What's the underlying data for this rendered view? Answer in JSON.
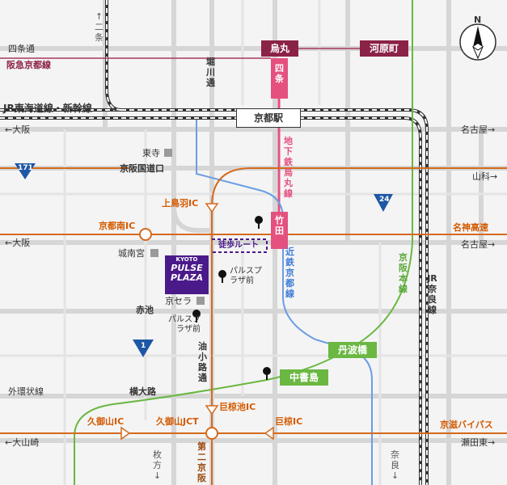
{
  "map": {
    "north_label": "N",
    "top_road_left": "四条通",
    "hankyu_line": "阪急京都線",
    "jr_line": "JR東海道線・新幹線",
    "arrow_nijo": "↑二条",
    "horikawa": "堀川通",
    "karasuma_box": "烏丸",
    "kawaramachi_box": "河原町",
    "shijo_box": "四条",
    "kyoto_station": "京都駅",
    "subway_line": "地下鉄烏丸線",
    "takeda_box": "竹田",
    "kintetsu_line": "近鉄京都線",
    "keihan_line": "京阪本線",
    "jr_nara_line": "JR奈良線",
    "to_osaka_1": "←大阪",
    "to_nagoya_1": "名古屋→",
    "toji": "東寺",
    "route171": "171",
    "route24": "24",
    "route1": "1",
    "keihan_kokudo": "京阪国道口",
    "to_yamashina": "山科→",
    "kamitoba_ic": "上鳥羽IC",
    "kyoto_minami_ic": "京都南IC",
    "meishin": "名神高速",
    "to_osaka_2": "←大阪",
    "to_nagoya_2": "名古屋→",
    "walking_route": "徒歩ルート",
    "jonangu": "城南宮",
    "logo_line1": "KYOTO",
    "logo_line2": "PULSE",
    "logo_line3": "PLAZA",
    "kyocera": "京セラ",
    "bus_stop_a": "パルスプラザ前",
    "bus_stop_b": "パルスプラザ前",
    "akaike": "赤池",
    "aburanokoji": "油小路通",
    "tambabashi": "丹波橋",
    "chushojima": "中書島",
    "gaikan": "外環状線",
    "yokooji": "横大路",
    "oguraike_ic": "巨椋池IC",
    "kumiyama_ic": "久御山IC",
    "kumiyama_jct": "久御山JCT",
    "ogura_ic": "巨椋IC",
    "keiji_bypass": "京滋バイパス",
    "to_oyamazaki": "←大山崎",
    "to_setahigashi": "瀬田東→",
    "daini_keihan": "第二京阪",
    "to_hirakata": "枚方↓",
    "to_nara": "奈良↓",
    "colors": {
      "orange": "#d56a1d",
      "maroon": "#8b2247",
      "pink": "#e4517f",
      "green": "#6ab742",
      "blue": "#6a9de4",
      "navy": "#1e57a6",
      "purple": "#4a1a8a"
    }
  }
}
